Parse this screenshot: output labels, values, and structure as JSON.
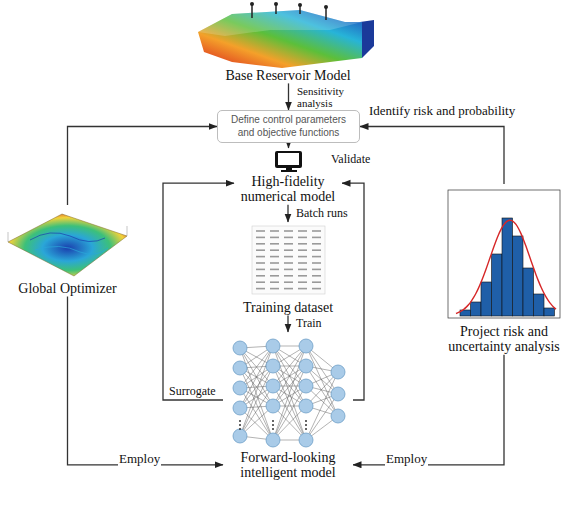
{
  "diagram": {
    "nodes": [
      {
        "text": [
          "Base Reservoir Model"
        ]
      },
      {
        "text": [
          "Define control parameters and objective functions"
        ]
      },
      {
        "text": [
          "High-fidelity numerical model"
        ]
      },
      {
        "text": [
          "Training dataset"
        ]
      },
      {
        "text": [
          "Forward-looking intelligent model"
        ]
      },
      {
        "text": [
          "Global Optimizer"
        ]
      },
      {
        "text": [
          "Project risk and uncertainty analysis"
        ]
      }
    ],
    "edges": [
      {
        "from": 0,
        "to": 1,
        "label": "Sensitivity analysis",
        "arrow": "to"
      },
      {
        "from": 1,
        "to": 2,
        "arrow": "to"
      },
      {
        "from": 2,
        "to": 3,
        "label": "Batch runs",
        "arrow": "to"
      },
      {
        "from": 3,
        "to": 4,
        "label": "Train",
        "arrow": "to"
      },
      {
        "from": 4,
        "to": 2,
        "label": "Validate",
        "arrow": "to"
      },
      {
        "from": 4,
        "to": 2,
        "label": "Surrogate",
        "arrow": "to"
      },
      {
        "from": 5,
        "to": 1,
        "arrow": "to"
      },
      {
        "from": 5,
        "to": 4,
        "label": "Employ",
        "arrow": "to"
      },
      {
        "from": 6,
        "to": 4,
        "label": "Employ",
        "arrow": "to"
      },
      {
        "from": 6,
        "to": 1,
        "label": "Identify risk and probability",
        "arrow": "to"
      }
    ]
  }
}
